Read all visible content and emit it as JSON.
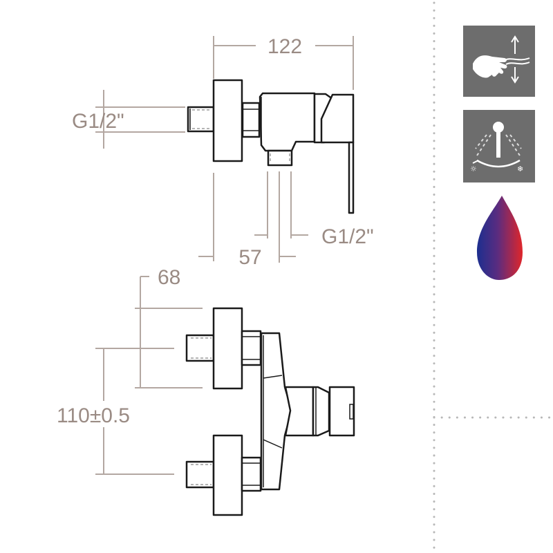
{
  "dimensions": {
    "overall_depth": "122",
    "inlet_thread": "G1/2\"",
    "outlet_thread": "G1/2\"",
    "outlet_offset": "57",
    "inlet_offset": "68",
    "centre_distance": "110±0.5"
  },
  "feature_icons": [
    {
      "icon": "hand-lever-up-down-icon"
    },
    {
      "icon": "shower-temperature-hot-cold-icon"
    },
    {
      "icon": "hot-cold-water-drop-icon"
    }
  ],
  "colors": {
    "icon_background": "#6d6d6d",
    "drop_hot": "#e0262a",
    "drop_cold": "#1c2f8f",
    "dimension_text": "#9a8b84"
  }
}
